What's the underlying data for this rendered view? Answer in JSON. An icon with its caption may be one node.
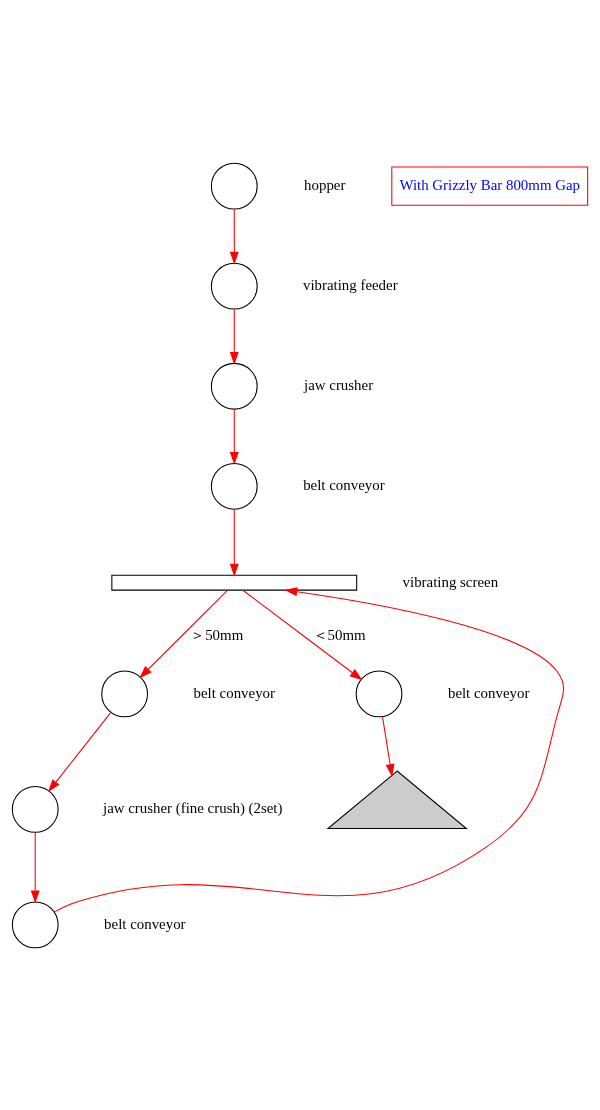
{
  "diagram": {
    "nodes": [
      {
        "text": [],
        "shape": "circle",
        "beside": [
          "hopper"
        ]
      },
      {
        "text": [
          "With Grizzly Bar 800mm Gap"
        ]
      },
      {
        "text": [],
        "shape": "circle",
        "beside": [
          "vibrating feeder"
        ]
      },
      {
        "text": [],
        "shape": "circle",
        "beside": [
          "jaw crusher"
        ]
      },
      {
        "text": [],
        "shape": "circle",
        "beside": [
          "belt conveyor"
        ]
      },
      {
        "text": [],
        "shape": "bar",
        "beside": [
          "vibrating screen"
        ]
      },
      {
        "text": [],
        "shape": "circle",
        "beside": [
          "belt conveyor"
        ]
      },
      {
        "text": [],
        "shape": "circle",
        "beside": [
          "belt conveyor"
        ]
      },
      {
        "text": [],
        "shape": "circle",
        "beside": [
          "jaw crusher (fine crush) (2set)"
        ]
      },
      {
        "text": [],
        "shape": "triangle"
      },
      {
        "text": [],
        "shape": "circle",
        "beside": [
          "belt conveyor"
        ]
      }
    ],
    "edges": [
      {
        "from": 0,
        "to": 2,
        "arrow": "to"
      },
      {
        "from": 2,
        "to": 3,
        "arrow": "to"
      },
      {
        "from": 3,
        "to": 4,
        "arrow": "to"
      },
      {
        "from": 4,
        "to": 5,
        "arrow": "to"
      },
      {
        "from": 5,
        "to": 6,
        "label": "＞50mm",
        "arrow": "to"
      },
      {
        "from": 5,
        "to": 7,
        "label": "＜50mm",
        "arrow": "to"
      },
      {
        "from": 6,
        "to": 8,
        "arrow": "to"
      },
      {
        "from": 7,
        "to": 9,
        "arrow": "to"
      },
      {
        "from": 8,
        "to": 10,
        "arrow": "to"
      },
      {
        "from": 10,
        "to": 5,
        "arrow": "to"
      }
    ]
  }
}
